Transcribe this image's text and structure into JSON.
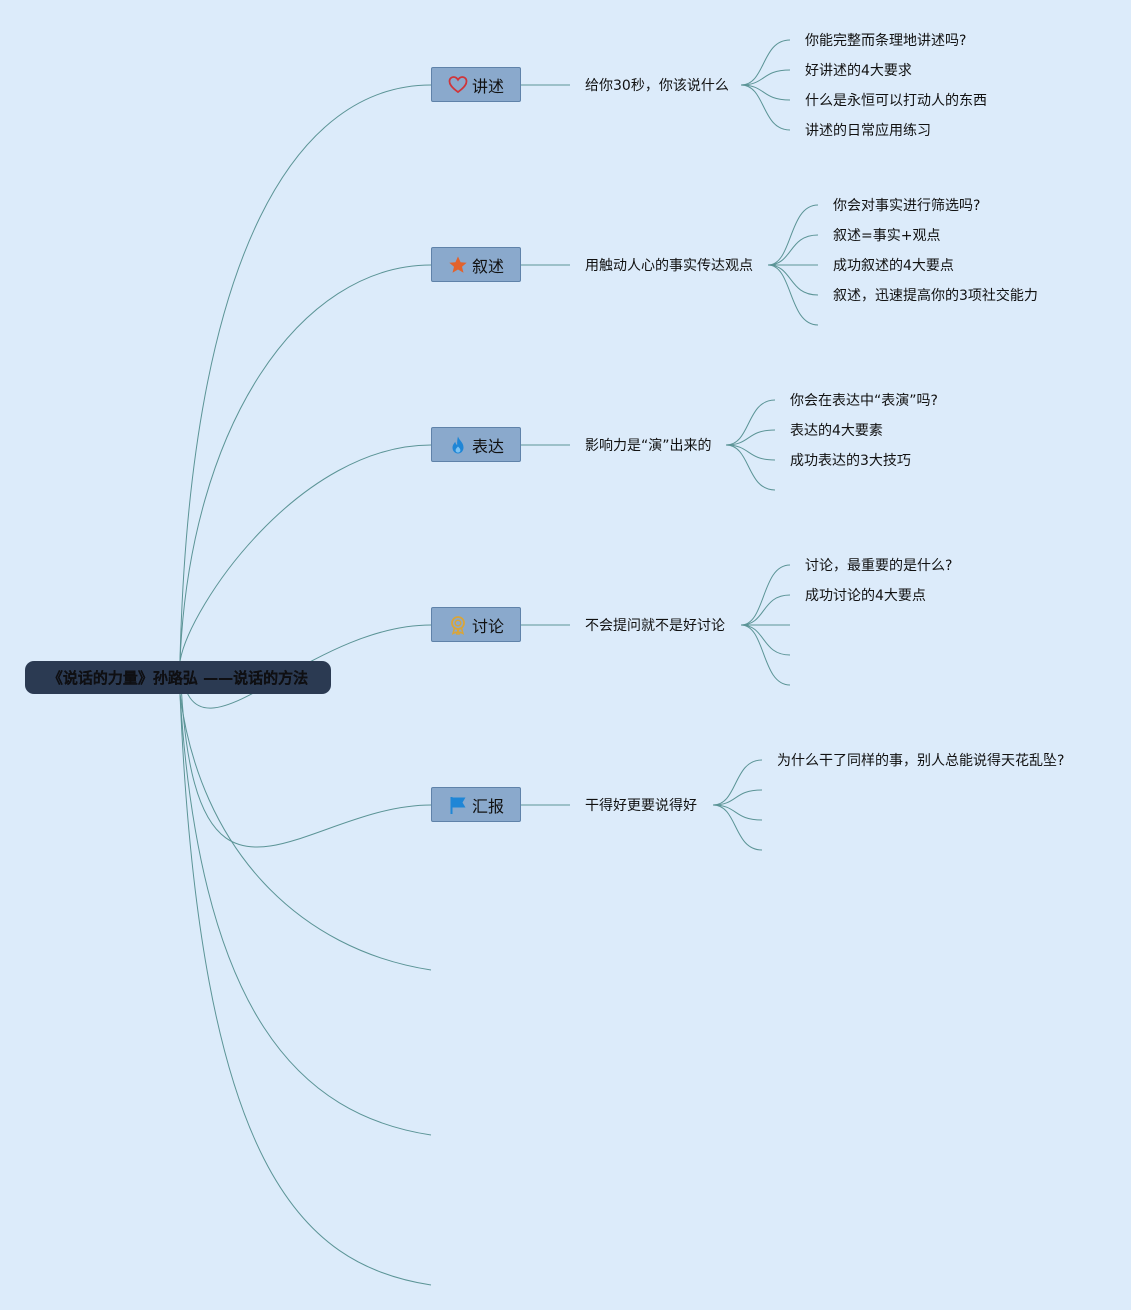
{
  "root": {
    "title": "《说话的力量》孙路弘 ——说话的方法"
  },
  "branches": [
    {
      "label": "讲述",
      "icon": "heart-icon",
      "icon_color": "#d0353a",
      "subtitle": "给你30秒，你该说什么",
      "items": [
        "你能完整而条理地讲述吗?",
        "好讲述的4大要求",
        "什么是永恒可以打动人的东西",
        "讲述的日常应用练习"
      ]
    },
    {
      "label": "叙述",
      "icon": "star-icon",
      "icon_color": "#e2622c",
      "subtitle": "用触动人心的事实传达观点",
      "items": [
        "你会对事实进行筛选吗?",
        "叙述=事实+观点",
        "成功叙述的4大要点",
        "叙述，迅速提高你的3项社交能力",
        ""
      ]
    },
    {
      "label": "表达",
      "icon": "flame-icon",
      "icon_color": "#1f86d6",
      "subtitle": "影响力是“演”出来的",
      "items": [
        "你会在表达中“表演”吗?",
        "表达的4大要素",
        "成功表达的3大技巧",
        ""
      ]
    },
    {
      "label": "讨论",
      "icon": "medal-icon",
      "icon_color": "#d9a53a",
      "subtitle": "不会提问就不是好讨论",
      "items": [
        "讨论，最重要的是什么?",
        "成功讨论的4大要点",
        "",
        "",
        ""
      ]
    },
    {
      "label": "汇报",
      "icon": "flag-icon",
      "icon_color": "#1f86d6",
      "subtitle": "干得好更要说得好",
      "items": [
        "为什么干了同样的事，别人总能说得天花乱坠?",
        "",
        "",
        ""
      ]
    }
  ],
  "colors": {
    "background": "#dcebfa",
    "line": "#5b9496",
    "branch_fill": "#8aa9cc",
    "root_fill": "#2b3a52"
  }
}
